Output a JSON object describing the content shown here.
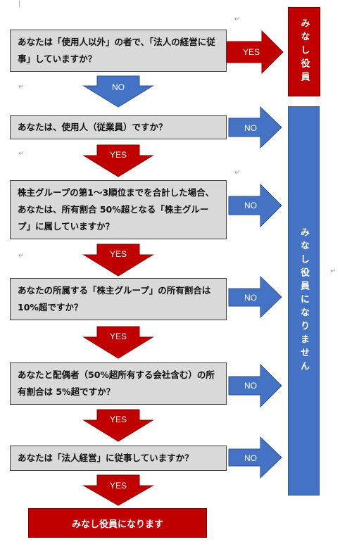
{
  "colors": {
    "red": "#c00000",
    "blue": "#4472c4",
    "box_gray": "#d9d9d9"
  },
  "questions": [
    "あなたは「使用人以外」の者で、「法人の経営に従事」していますか？",
    "あなたは、使用人（従業員）ですか？",
    "株主グループの第1〜3順位までを合計した場合、あなたは、所有割合 50%超となる「株主グループ」に属していますか？",
    "あなたの所属する「株主グループ」の所有割合は 10%超ですか？",
    "あなたと配偶者（50%超所有する会社含む）の所有割合は 5%超ですか？",
    "あなたは「法人経営」に従事していますか？"
  ],
  "labels": {
    "yes": "YES",
    "no": "NO"
  },
  "result_yes": "みなし役員",
  "result_no": "みなし役員になりません",
  "final": "みなし役員になります",
  "marks": {
    "return": "↵",
    "cursor": "|"
  }
}
